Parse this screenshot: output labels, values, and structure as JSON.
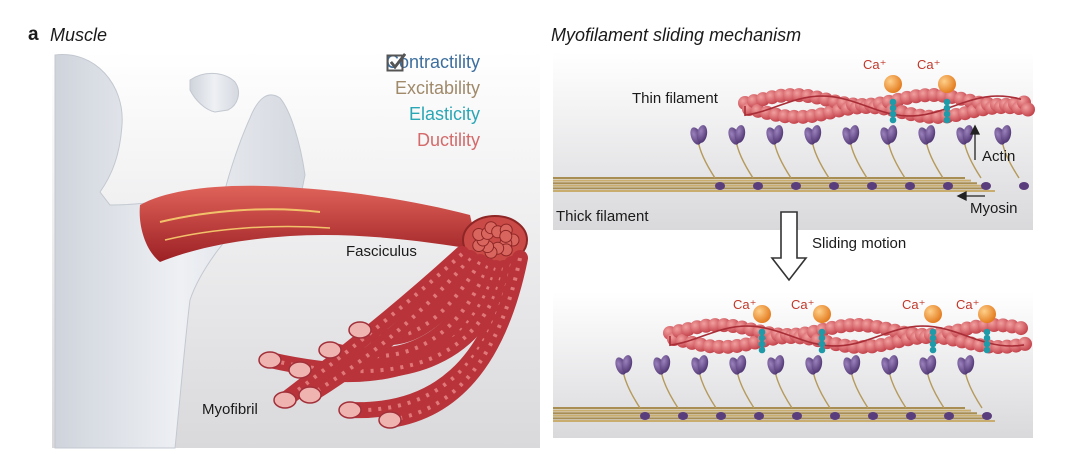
{
  "panel": {
    "letter": "a",
    "left_title": "Muscle",
    "right_title": "Myofilament sliding mechanism"
  },
  "properties": [
    {
      "label": "Contractility",
      "color": "#3d6f9e"
    },
    {
      "label": "Excitability",
      "color": "#a08a6a"
    },
    {
      "label": "Elasticity",
      "color": "#2aa7b5"
    },
    {
      "label": "Ductility",
      "color": "#d46a6a"
    }
  ],
  "labels": {
    "fasciculus": "Fasciculus",
    "myofibril": "Myofibril",
    "thin_filament": "Thin filament",
    "thick_filament": "Thick filament",
    "actin": "Actin",
    "myosin": "Myosin",
    "sliding_motion": "Sliding motion",
    "calcium": "Ca⁺"
  },
  "colors": {
    "actin_bead": "#d9575e",
    "myosin_head": "#6b4e8c",
    "thick_filament": "#b59a5c",
    "calcium": "#f39a2e",
    "troponin": "#1f9aa8",
    "muscle": "#c23a3a",
    "body": "#dfe3ea"
  },
  "icons": {
    "check": "checkbox-check-icon",
    "arrow": "down-arrow-icon"
  }
}
